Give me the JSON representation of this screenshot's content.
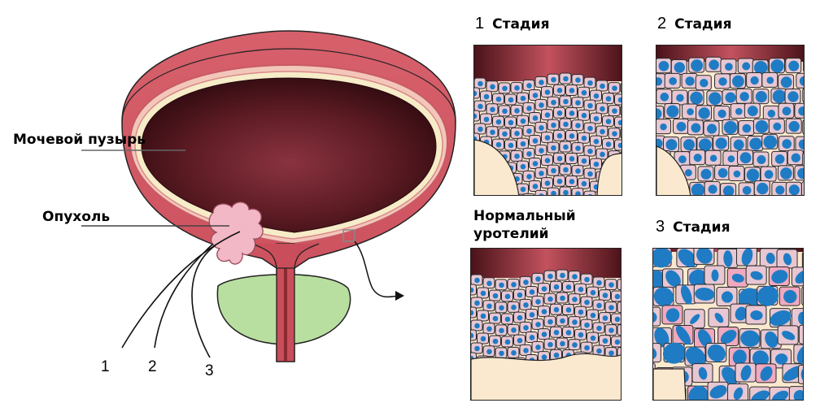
{
  "labels": {
    "bladder": "Мочевой пузырь",
    "tumor": "Опухоль",
    "normal_line1": "Нормальный",
    "normal_line2": "уротелий"
  },
  "callout_numbers": [
    "1",
    "2",
    "3"
  ],
  "stages": [
    {
      "num": "1",
      "word": "Стадия"
    },
    {
      "num": "2",
      "word": "Стадия"
    },
    {
      "num": "3",
      "word": "Стадия"
    }
  ],
  "colors": {
    "bladder_wall": "#d9606a",
    "bladder_wall_dark": "#b8434f",
    "lumen_center": "#7a2a33",
    "lumen_edge": "#3a0d12",
    "mucosa_cream": "#f7ecc8",
    "tumor_pink": "#f2b8c6",
    "prostate_green": "#b9dfa0",
    "cell_fill": "#e8c7d2",
    "nucleus_blue": "#1f7cc4",
    "stroma_cream": "#fbe9cf"
  }
}
